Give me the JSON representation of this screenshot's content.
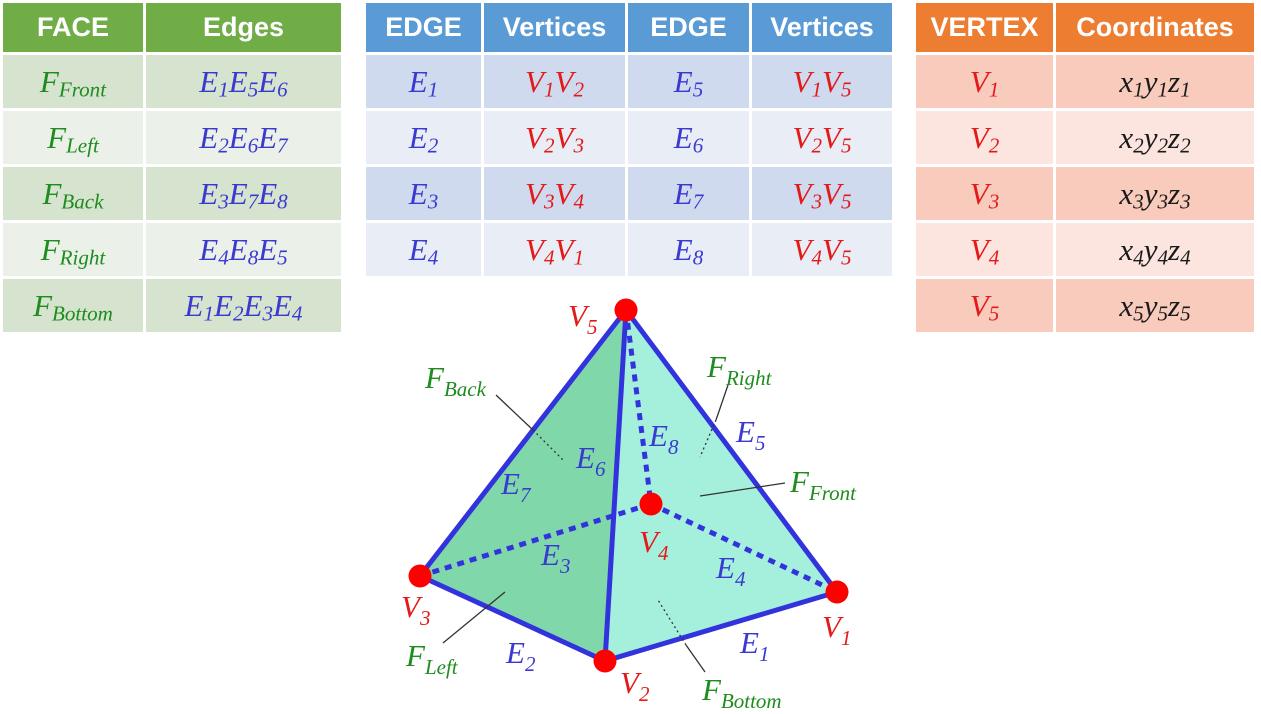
{
  "face_table": {
    "headers": [
      "FACE",
      "Edges"
    ],
    "rows": [
      {
        "face": [
          "F",
          "Front"
        ],
        "edges": [
          [
            "E",
            "1"
          ],
          [
            "E",
            "5"
          ],
          [
            "E",
            "6"
          ]
        ]
      },
      {
        "face": [
          "F",
          "Left"
        ],
        "edges": [
          [
            "E",
            "2"
          ],
          [
            "E",
            "6"
          ],
          [
            "E",
            "7"
          ]
        ]
      },
      {
        "face": [
          "F",
          "Back"
        ],
        "edges": [
          [
            "E",
            "3"
          ],
          [
            "E",
            "7"
          ],
          [
            "E",
            "8"
          ]
        ]
      },
      {
        "face": [
          "F",
          "Right"
        ],
        "edges": [
          [
            "E",
            "4"
          ],
          [
            "E",
            "8"
          ],
          [
            "E",
            "5"
          ]
        ]
      },
      {
        "face": [
          "F",
          "Bottom"
        ],
        "edges": [
          [
            "E",
            "1"
          ],
          [
            "E",
            "2"
          ],
          [
            "E",
            "3"
          ],
          [
            "E",
            "4"
          ]
        ]
      }
    ]
  },
  "edge_table": {
    "headers": [
      "EDGE",
      "Vertices",
      "EDGE",
      "Vertices"
    ],
    "rows": [
      {
        "edge_a": [
          "E",
          "1"
        ],
        "verts_a": [
          [
            "V",
            "1"
          ],
          [
            "V",
            "2"
          ]
        ],
        "edge_b": [
          "E",
          "5"
        ],
        "verts_b": [
          [
            "V",
            "1"
          ],
          [
            "V",
            "5"
          ]
        ]
      },
      {
        "edge_a": [
          "E",
          "2"
        ],
        "verts_a": [
          [
            "V",
            "2"
          ],
          [
            "V",
            "3"
          ]
        ],
        "edge_b": [
          "E",
          "6"
        ],
        "verts_b": [
          [
            "V",
            "2"
          ],
          [
            "V",
            "5"
          ]
        ]
      },
      {
        "edge_a": [
          "E",
          "3"
        ],
        "verts_a": [
          [
            "V",
            "3"
          ],
          [
            "V",
            "4"
          ]
        ],
        "edge_b": [
          "E",
          "7"
        ],
        "verts_b": [
          [
            "V",
            "3"
          ],
          [
            "V",
            "5"
          ]
        ]
      },
      {
        "edge_a": [
          "E",
          "4"
        ],
        "verts_a": [
          [
            "V",
            "4"
          ],
          [
            "V",
            "1"
          ]
        ],
        "edge_b": [
          "E",
          "8"
        ],
        "verts_b": [
          [
            "V",
            "4"
          ],
          [
            "V",
            "5"
          ]
        ]
      }
    ]
  },
  "vertex_table": {
    "headers": [
      "VERTEX",
      "Coordinates"
    ],
    "rows": [
      {
        "vertex": [
          "V",
          "1"
        ],
        "coords": [
          [
            "x",
            "1"
          ],
          [
            "y",
            "1"
          ],
          [
            "z",
            "1"
          ]
        ]
      },
      {
        "vertex": [
          "V",
          "2"
        ],
        "coords": [
          [
            "x",
            "2"
          ],
          [
            "y",
            "2"
          ],
          [
            "z",
            "2"
          ]
        ]
      },
      {
        "vertex": [
          "V",
          "3"
        ],
        "coords": [
          [
            "x",
            "3"
          ],
          [
            "y",
            "3"
          ],
          [
            "z",
            "3"
          ]
        ]
      },
      {
        "vertex": [
          "V",
          "4"
        ],
        "coords": [
          [
            "x",
            "4"
          ],
          [
            "y",
            "4"
          ],
          [
            "z",
            "4"
          ]
        ]
      },
      {
        "vertex": [
          "V",
          "5"
        ],
        "coords": [
          [
            "x",
            "5"
          ],
          [
            "y",
            "5"
          ],
          [
            "z",
            "5"
          ]
        ]
      }
    ]
  },
  "diagram": {
    "vertex_labels": {
      "v1": [
        "V",
        "1"
      ],
      "v2": [
        "V",
        "2"
      ],
      "v3": [
        "V",
        "3"
      ],
      "v4": [
        "V",
        "4"
      ],
      "v5": [
        "V",
        "5"
      ]
    },
    "edge_labels": {
      "e1": [
        "E",
        "1"
      ],
      "e2": [
        "E",
        "2"
      ],
      "e3": [
        "E",
        "3"
      ],
      "e4": [
        "E",
        "4"
      ],
      "e5": [
        "E",
        "5"
      ],
      "e6": [
        "E",
        "6"
      ],
      "e7": [
        "E",
        "7"
      ],
      "e8": [
        "E",
        "8"
      ]
    },
    "face_labels": {
      "front": [
        "F",
        "Front"
      ],
      "left": [
        "F",
        "Left"
      ],
      "back": [
        "F",
        "Back"
      ],
      "right": [
        "F",
        "Right"
      ],
      "bottom": [
        "F",
        "Bottom"
      ]
    }
  },
  "colors": {
    "face_header": "#70ad47",
    "edge_header": "#5b9bd5",
    "vertex_header": "#ed7d31",
    "face_text": "#1e8c1e",
    "edge_text": "#3a3ad0",
    "vertex_text": "#e31a1a",
    "front_face_fill": "#a5f0dc",
    "left_face_fill": "#80d8aa",
    "vertex_dot": "#ff0000"
  }
}
